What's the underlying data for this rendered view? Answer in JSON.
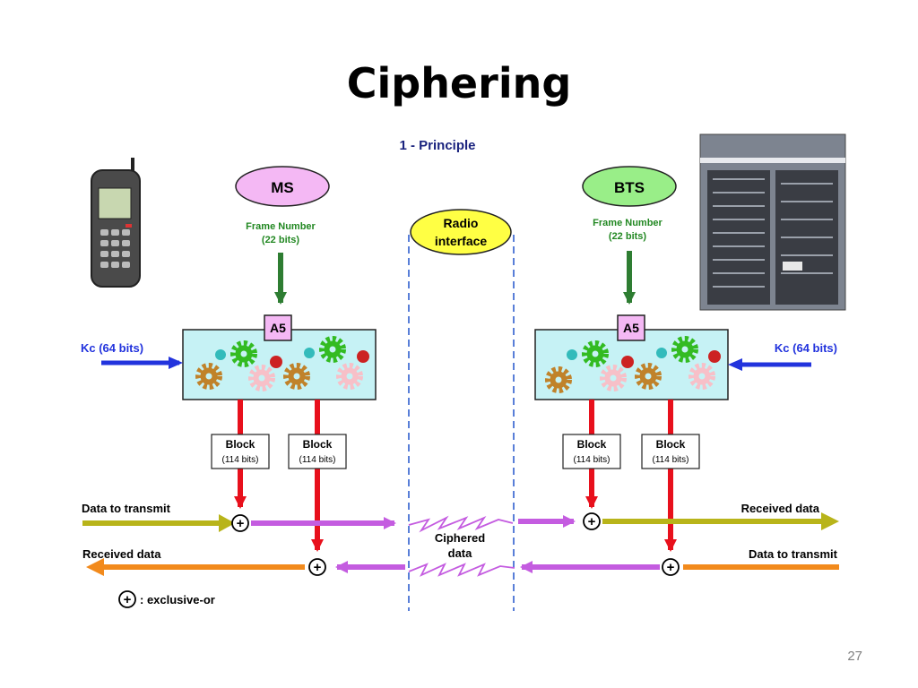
{
  "slide": {
    "title": "Ciphering",
    "subtitle": "1 - Principle",
    "page_number": "27"
  },
  "diagram": {
    "ms": {
      "label": "MS",
      "frame_number_line1": "Frame Number",
      "frame_number_line2": "(22 bits)",
      "cipher_label": "A5",
      "kc_label": "Kc (64 bits)",
      "block1_line1": "Block",
      "block1_line2": "(114 bits)",
      "block2_line1": "Block",
      "block2_line2": "(114 bits)",
      "data_to_transmit": "Data to transmit",
      "received_data": "Received data"
    },
    "bts": {
      "label": "BTS",
      "frame_number_line1": "Frame Number",
      "frame_number_line2": "(22 bits)",
      "cipher_label": "A5",
      "kc_label": "Kc (64 bits)",
      "block1_line1": "Block",
      "block1_line2": "(114 bits)",
      "block2_line1": "Block",
      "block2_line2": "(114 bits)",
      "received_data": "Received data",
      "data_to_transmit": "Data to transmit"
    },
    "radio": {
      "line1": "Radio",
      "line2": "interface",
      "ciphered_line1": "Ciphered",
      "ciphered_line2": "data"
    },
    "legend": {
      "symbol": "+",
      "text": ": exclusive-or"
    },
    "colors": {
      "ms_bubble": "#f4b8f4",
      "bts_bubble": "#99ee88",
      "radio_bubble": "#ffff44",
      "a5_box": "#f4b8f4",
      "cipher_box": "#c6f2f5",
      "frame_number_text": "#228822",
      "kc_text": "#2233dd",
      "arrow_olive": "#b8b41a",
      "arrow_purple": "#c45ce0",
      "arrow_orange": "#f28a1c",
      "block_line": "#e8101c",
      "divider": "#2255cc"
    }
  }
}
